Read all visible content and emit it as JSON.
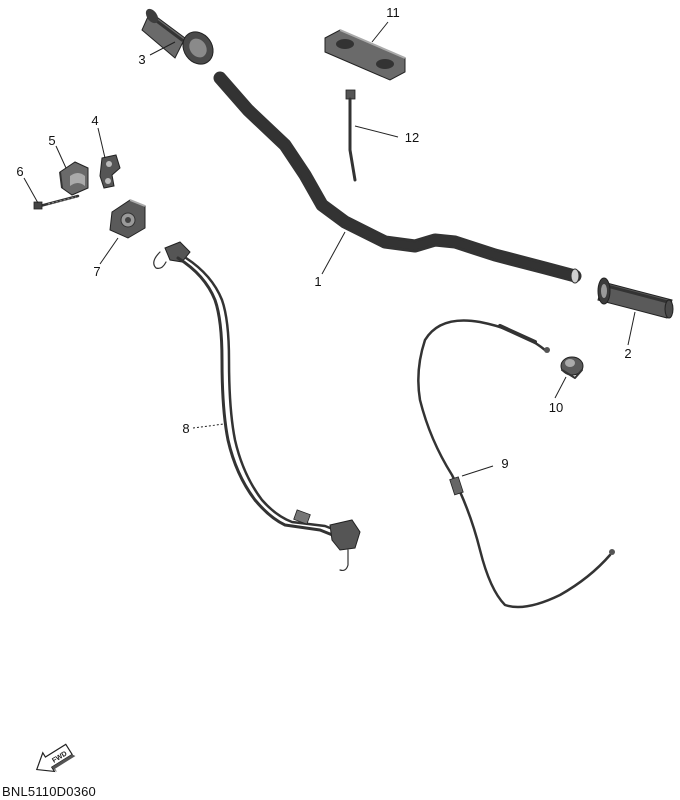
{
  "diagram_code": "BNL5110D0360",
  "fwd_label": "FWD",
  "parts": [
    {
      "id": "handlebar",
      "label": "1"
    },
    {
      "id": "grip-right",
      "label": "2"
    },
    {
      "id": "grip-left",
      "label": "3"
    },
    {
      "id": "lever-holder",
      "label": "4"
    },
    {
      "id": "clamp-cap",
      "label": "5"
    },
    {
      "id": "bolt",
      "label": "6"
    },
    {
      "id": "switch-housing",
      "label": "7"
    },
    {
      "id": "clutch-cable",
      "label": "8"
    },
    {
      "id": "throttle-cable",
      "label": "9"
    },
    {
      "id": "cap-end",
      "label": "10"
    },
    {
      "id": "upper-handle-holder",
      "label": "11"
    },
    {
      "id": "cable-tie",
      "label": "12"
    }
  ],
  "colors": {
    "line": "#333333",
    "fill_dark": "#4a4a4a",
    "fill_mid": "#7a7a7a",
    "fill_light": "#b5b5b5"
  }
}
